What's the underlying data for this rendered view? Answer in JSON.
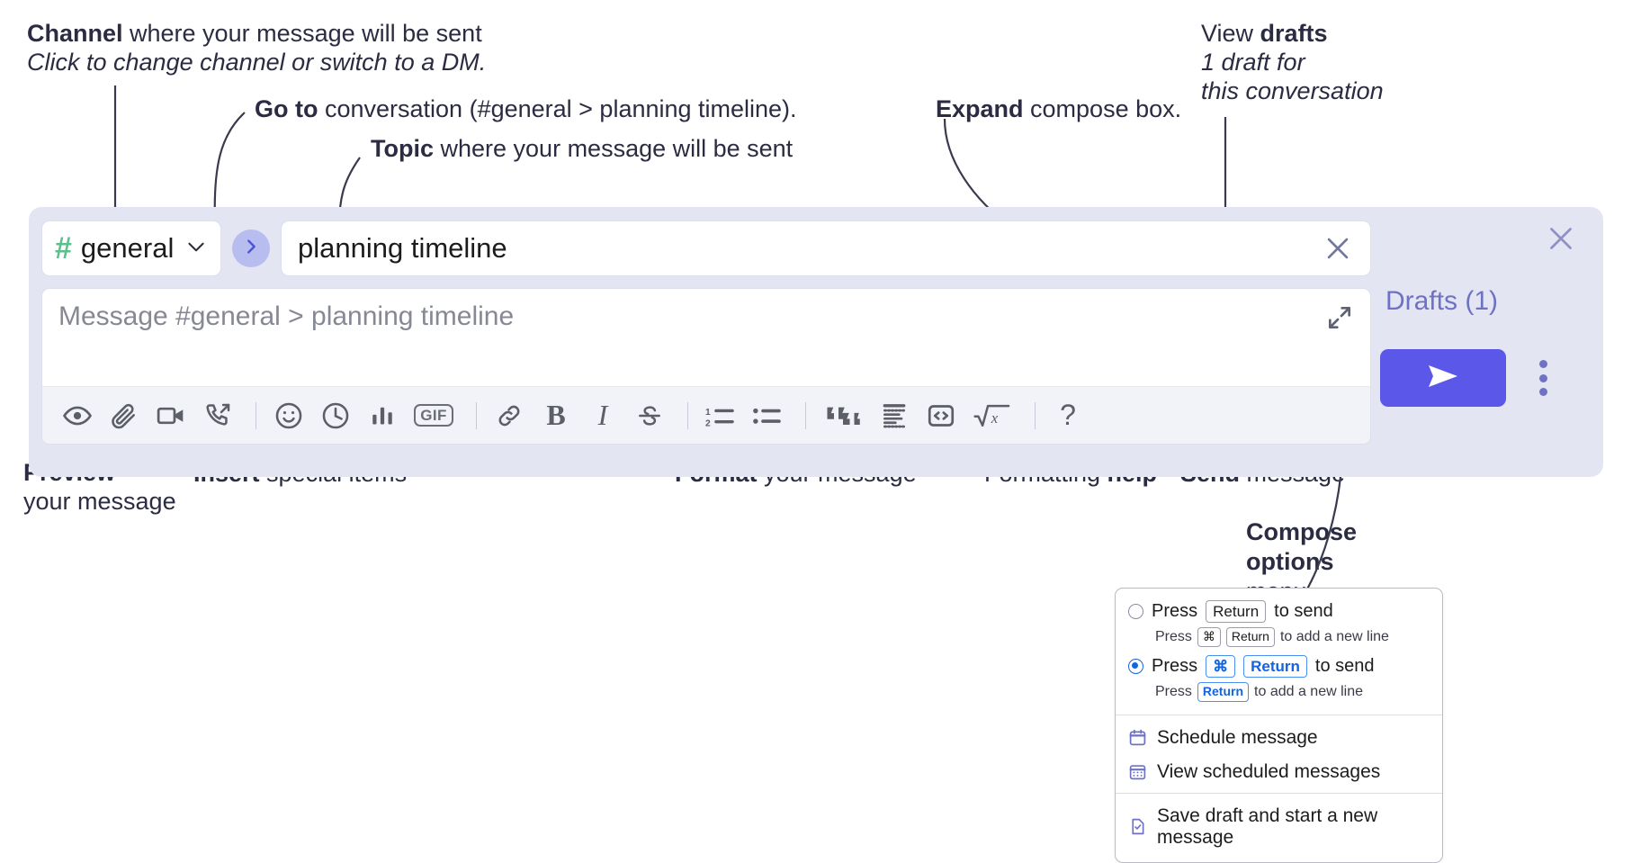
{
  "annotations": {
    "channel": {
      "bold": "Channel",
      "rest": " where your message will be sent",
      "italic": "Click to change channel or switch to a DM."
    },
    "goto": {
      "bold": "Go to",
      "rest": " conversation (#general > planning timeline)."
    },
    "topic": {
      "bold": "Topic",
      "rest": " where your message will be sent"
    },
    "expand": {
      "bold": "Expand",
      "rest": " compose box."
    },
    "drafts": {
      "plain": "View ",
      "bold": "drafts",
      "italic1": "1 draft for",
      "italic2": "this conversation"
    },
    "preview": {
      "bold": "Preview",
      "rest": "your message"
    },
    "insert": {
      "bold": "Insert",
      "rest": " special items"
    },
    "format": {
      "bold": "Format",
      "rest": " your message"
    },
    "help": {
      "plain": "Formatting ",
      "bold": "help"
    },
    "send": {
      "bold": "Send",
      "rest": " message"
    },
    "compose_options": {
      "bold1": "Compose",
      "bold2": "options",
      "rest": "menu"
    }
  },
  "compose": {
    "channel": {
      "icon": "hash-icon",
      "name": "general",
      "chevron": "chevron-down-icon"
    },
    "goto_icon": "chevron-right-icon",
    "topic": {
      "value": "planning timeline",
      "clear_icon": "close-icon"
    },
    "message": {
      "placeholder": "Message #general > planning timeline",
      "expand_icon": "expand-diagonal-icon"
    },
    "toolbar": [
      {
        "name": "preview-icon",
        "glyph": "eye"
      },
      {
        "name": "attachment-icon",
        "glyph": "paperclip"
      },
      {
        "name": "video-icon",
        "glyph": "video"
      },
      {
        "name": "huddle-icon",
        "glyph": "phone-arrow"
      },
      {
        "name": "separator",
        "glyph": "sep"
      },
      {
        "name": "emoji-icon",
        "glyph": "smiley"
      },
      {
        "name": "schedule-icon",
        "glyph": "clock"
      },
      {
        "name": "poll-icon",
        "glyph": "bars"
      },
      {
        "name": "gif-icon",
        "glyph": "gif",
        "label": "GIF"
      },
      {
        "name": "separator",
        "glyph": "sep"
      },
      {
        "name": "link-icon",
        "glyph": "link"
      },
      {
        "name": "bold-icon",
        "glyph": "bold",
        "label": "B"
      },
      {
        "name": "italic-icon",
        "glyph": "italic",
        "label": "I"
      },
      {
        "name": "strikethrough-icon",
        "glyph": "strike"
      },
      {
        "name": "separator",
        "glyph": "sep"
      },
      {
        "name": "ordered-list-icon",
        "glyph": "ol"
      },
      {
        "name": "bulleted-list-icon",
        "glyph": "ul"
      },
      {
        "name": "separator",
        "glyph": "sep"
      },
      {
        "name": "blockquote-icon",
        "glyph": "quote"
      },
      {
        "name": "code-block-icon",
        "glyph": "codeblock"
      },
      {
        "name": "code-icon",
        "glyph": "code"
      },
      {
        "name": "math-icon",
        "glyph": "sqrtx"
      },
      {
        "name": "separator",
        "glyph": "sep"
      },
      {
        "name": "formatting-help-icon",
        "glyph": "question",
        "label": "?"
      }
    ],
    "panel_close_icon": "close-icon",
    "drafts_label": "Drafts (1)",
    "send_icon": "send-paperplane-icon",
    "more_options_icon": "kebab-menu-icon"
  },
  "options_menu": {
    "send_modes": [
      {
        "selected": false,
        "main": {
          "pre": "Press",
          "key": "Return",
          "post": "to send"
        },
        "sub": {
          "pre": "Press",
          "key1": "⌘",
          "key2": "Return",
          "post": "to add a new line"
        }
      },
      {
        "selected": true,
        "main": {
          "pre": "Press",
          "key1": "⌘",
          "key2": "Return",
          "post": "to send"
        },
        "sub": {
          "pre": "Press",
          "key": "Return",
          "post": "to add a new line"
        }
      }
    ],
    "items": [
      {
        "icon": "calendar-clock-icon",
        "label": "Schedule message"
      },
      {
        "icon": "calendar-grid-icon",
        "label": "View scheduled messages"
      },
      {
        "icon": "document-check-icon",
        "label": "Save draft and start a new message"
      }
    ]
  },
  "colors": {
    "panel_bg": "#e3e5f2",
    "send_button": "#5b57e8",
    "drafts_text": "#6f72c4",
    "hash_green": "#5bc08c",
    "goto_circle": "#b8bdf0",
    "radio_blue": "#1264e0",
    "annotation_text": "#2b2b42"
  }
}
